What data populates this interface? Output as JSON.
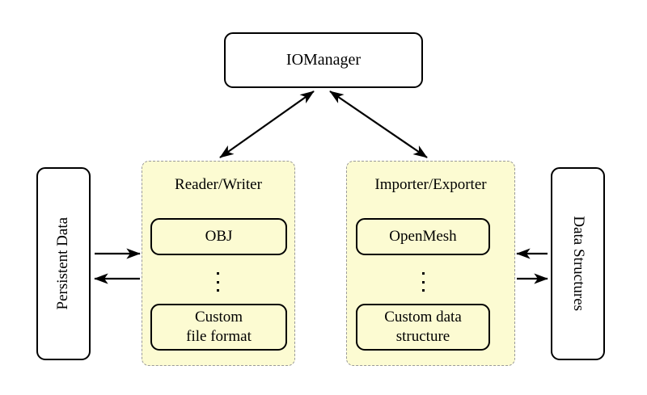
{
  "diagram": {
    "title_node": {
      "label": "IOManager"
    },
    "left_store": {
      "label": "Persistent Data"
    },
    "right_store": {
      "label": "Data Structures"
    },
    "groups": [
      {
        "title": "Reader/Writer",
        "items": [
          {
            "label": "OBJ"
          },
          {
            "label": "Custom\nfile format"
          }
        ],
        "ellipsis": "⋮"
      },
      {
        "title": "Importer/Exporter",
        "items": [
          {
            "label": "OpenMesh"
          },
          {
            "label": "Custom data\nstructure"
          }
        ],
        "ellipsis": "⋮"
      }
    ],
    "colors": {
      "group_fill": "#fcfbd2",
      "group_stroke": "#9a9a9a",
      "node_stroke": "#000000",
      "page_background": "#ffffff"
    },
    "connections": [
      {
        "name": "iomanager-to-readerwriter",
        "style": "double-headed"
      },
      {
        "name": "iomanager-to-importerexporter",
        "style": "double-headed"
      },
      {
        "name": "persistent-data-to-readerwriter",
        "style": "single-headed-right"
      },
      {
        "name": "readerwriter-to-persistent-data",
        "style": "single-headed-left"
      },
      {
        "name": "data-structures-to-importerexporter",
        "style": "single-headed-left"
      },
      {
        "name": "importerexporter-to-data-structures",
        "style": "single-headed-right"
      }
    ]
  }
}
